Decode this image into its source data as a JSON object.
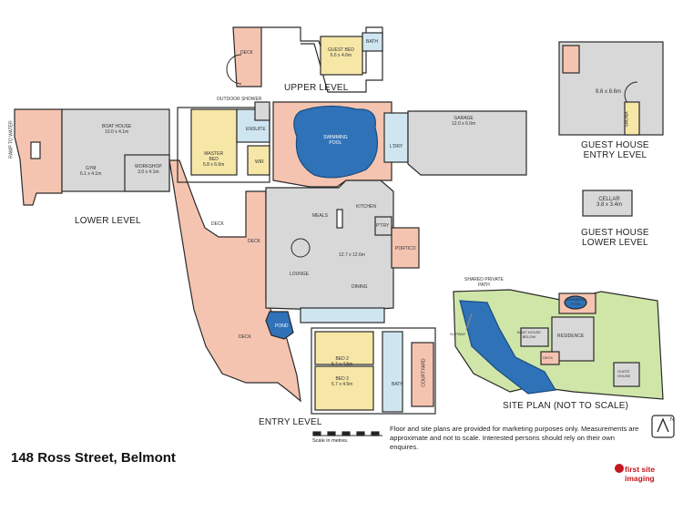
{
  "title": "148 Ross Street, Belmont",
  "levels": {
    "upper": "UPPER LEVEL",
    "lower": "LOWER LEVEL",
    "entry": "ENTRY LEVEL",
    "guest_entry": "GUEST HOUSE\nENTRY LEVEL",
    "guest_lower": "GUEST HOUSE\nLOWER LEVEL",
    "site_plan": "SITE PLAN (NOT TO SCALE)"
  },
  "rooms": {
    "upper_deck": "DECK",
    "guest_bed": "GUEST BED\n6.6 x 4.6m",
    "bath_upper": "BATH",
    "outdoor_shower": "OUTDOOR SHOWER",
    "master_bed": "MASTER\nBED\n5.8 x 6.6m",
    "ensuite": "ENSUITE",
    "wir": "WIR",
    "swimming_pool": "SWIMMING\nPOOL",
    "lday": "L'DRY",
    "garage": "GARAGE\n12.0 x 6.0m",
    "meals": "MEALS",
    "kitchen": "KITCHEN",
    "pantry": "P'TRY",
    "portico": "PORTICO",
    "lounge_dims": "12.7 x 12.6m",
    "lounge": "LOUNGE",
    "dining": "DINING",
    "deck_left": "DECK",
    "deck_mid": "DECK",
    "deck_lower": "DECK",
    "pond": "POND",
    "bed2": "BED 2\n5.7 x 4.5m",
    "bed3": "BED 3\n5.7 x 4.5m",
    "bath_entry": "BATH",
    "courtyard": "COURTYARD",
    "boat_house": "BOAT HOUSE\n10.0 x 4.1m",
    "gym": "GYM\n6.1 x 4.1m",
    "workshop": "WORKSHOP\n3.0 x 4.1m",
    "ramp_to_water": "RAMP TO WATER",
    "guest_house_room": "9.6 x 8.6m",
    "sauna": "SAUNA",
    "cellar": "CELLAR\n3.8 x 3.4m",
    "site_shared_path": "SHARED PRIVATE\nPATH",
    "site_swimming_pool": "SWIMMING\nPOOL",
    "site_boat_house": "BOAT HOUSE\nBELOW",
    "site_residence": "RESIDENCE",
    "site_deck": "DECK",
    "site_guest_house": "GUEST\nHOUSE",
    "site_slipway": "SLIPWAY"
  },
  "scale_label": "Scale in metres.",
  "disclaimer": "Floor and site plans are provided for marketing purposes only. Measurements are approximate and not to scale. Interested persons should rely on their own enquires.",
  "brand": "first site imaging",
  "compass_letter": "N",
  "colors": {
    "deck": "#f5c4b0",
    "tile": "#d8d8d8",
    "bed": "#f6e7a7",
    "wet": "#cfe6f1",
    "pool": "#2f72b8",
    "grass": "#cfe6a8",
    "wall": "#2a2a2a"
  }
}
